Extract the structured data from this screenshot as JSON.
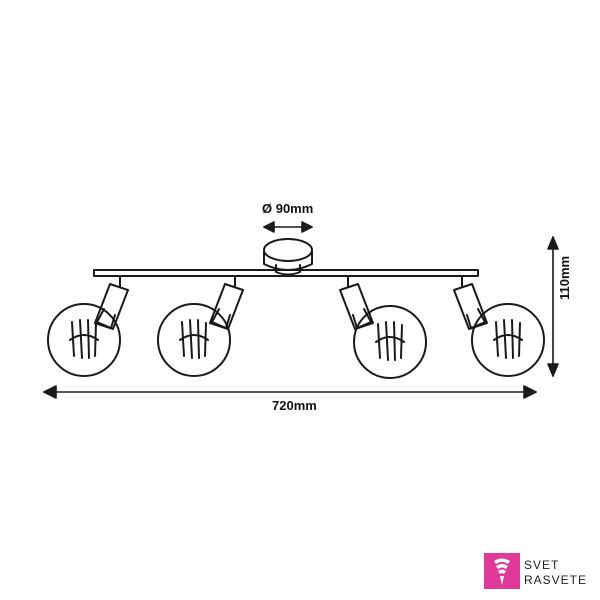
{
  "dimensions": {
    "diameter": "Ø 90mm",
    "width": "720mm",
    "height": "110mm"
  },
  "brand": {
    "line1": "SVET",
    "line2": "RASVETE",
    "color": "#e0399a"
  },
  "drawing": {
    "subject": "four-spot-ceiling-lamp",
    "spot_count": 4,
    "line_color": "#1a1a1a"
  }
}
